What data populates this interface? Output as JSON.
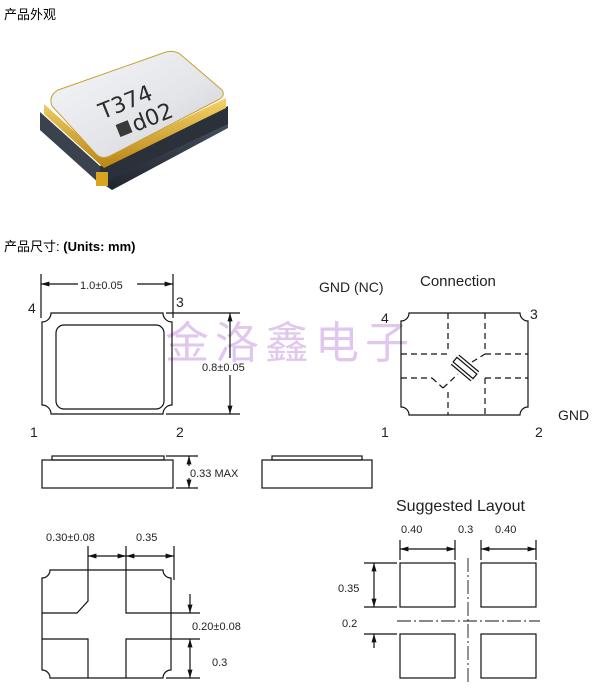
{
  "sections": {
    "appearance": {
      "title": "产品外观"
    },
    "dimensions": {
      "title_cn": "产品尺寸: ",
      "title_units": "(Units: mm)"
    }
  },
  "product_image": {
    "marking_line1": "T374",
    "marking_line2": "d02",
    "colors": {
      "lid": "#e6e8ec",
      "gold": "#d9a520",
      "body": "#2e3540"
    }
  },
  "top_view": {
    "width_dim": "1.0±0.05",
    "height_dim": "0.8±0.05",
    "pins": [
      "1",
      "2",
      "3",
      "4"
    ]
  },
  "side_view": {
    "height_dim": "0.33 MAX"
  },
  "connection": {
    "title": "Connection",
    "pin4_label": "GND (NC)",
    "pin2_label": "GND",
    "pins": [
      "1",
      "2",
      "3",
      "4"
    ]
  },
  "bottom_view": {
    "pad_gap": "0.30±0.08",
    "pad_width": "0.35",
    "gap_vertical": "0.20±0.08",
    "pad_height": "0.3"
  },
  "suggested_layout": {
    "title": "Suggested Layout",
    "pad_width_left": "0.40",
    "gap_horizontal": "0.3",
    "pad_width_right": "0.40",
    "pad_height": "0.35",
    "gap_vertical": "0.2"
  },
  "watermark": {
    "text": "金洛鑫电子",
    "color": "#d8b4e8"
  }
}
